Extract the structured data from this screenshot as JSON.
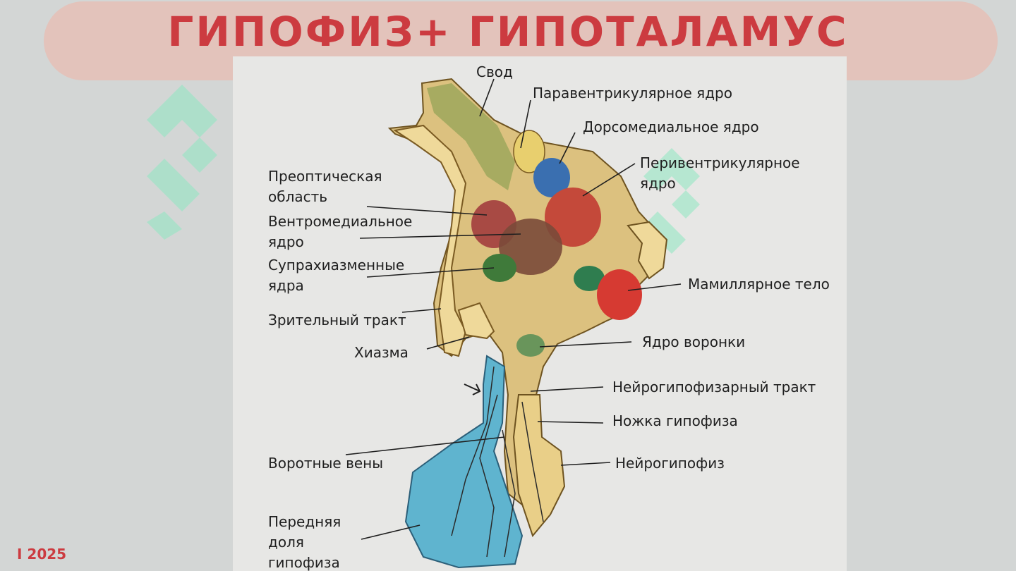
{
  "slide": {
    "title": "ГИПОФИЗ+ ГИПОТАЛАМУС",
    "footer_year": "I 2025",
    "colors": {
      "background": "#d3d6d5",
      "title_banner": "#e3c3bb",
      "title_text": "#cc3b40",
      "watermark": "#8fe8c2"
    }
  },
  "labels": {
    "svod": "Свод",
    "paraventricular": "Паравентрикулярное ядро",
    "dorsomedial": "Дорсомедиальное ядро",
    "periventricular": "Перивентрикулярное\nядро",
    "preoptic": "Преоптическая\nобласть",
    "ventromedial": "Вентромедиальное\nядро",
    "suprachiasmatic": "Супрахиазменные\nядра",
    "optic_tract": "Зрительный тракт",
    "chiasm": "Хиазма",
    "mamillary": "Мамиллярное тело",
    "infundibular": "Ядро воронки",
    "neurohypophyseal_tract": "Нейрогипофизарный тракт",
    "pituitary_stalk": "Ножка гипофиза",
    "portal_veins": "Воротные вены",
    "neurohypophysis": "Нейрогипофиз",
    "anterior_lobe": "Передняя\nдоля\nгипофиза"
  }
}
